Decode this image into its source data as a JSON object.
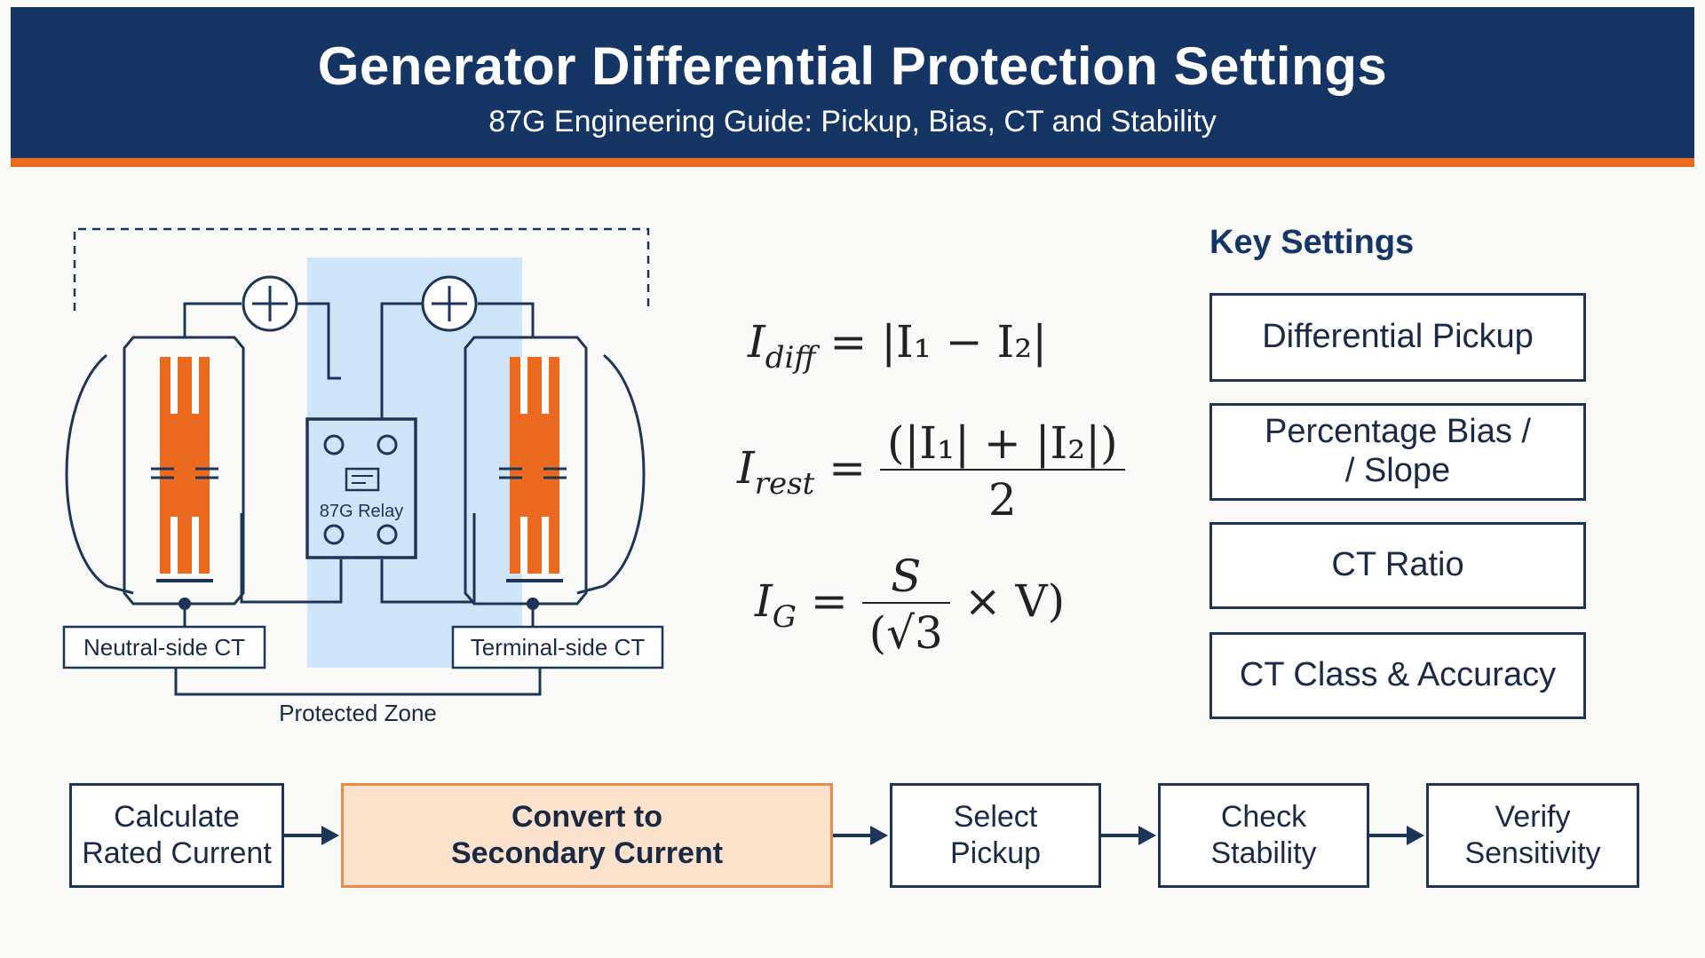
{
  "header": {
    "title": "Generator Differential Protection Settings",
    "subtitle": "87G Engineering Guide: Pickup, Bias, CT and Stability"
  },
  "diagram": {
    "relay_label": "87G Relay",
    "neutral_ct_label": "Neutral-side CT",
    "terminal_ct_label": "Terminal-side CT",
    "zone_label": "Protected Zone"
  },
  "equations": {
    "idiff": {
      "lhs": "I",
      "lhs_sub": "diff",
      "rhs": "= |I₁ − I₂|"
    },
    "irest": {
      "lhs": "I",
      "lhs_sub": "rest",
      "num": "(|I₁| + |I₂|)",
      "den": "2"
    },
    "ig": {
      "lhs": "I",
      "lhs_sub": "G",
      "num": "S",
      "den": "(√3",
      "tail": "× V)"
    }
  },
  "key_settings": {
    "title": "Key Settings",
    "items": [
      {
        "line1": "Differential Pickup",
        "line2": ""
      },
      {
        "line1": "Percentage Bias /",
        "line2": "/ Slope"
      },
      {
        "line1": "CT Ratio",
        "line2": ""
      },
      {
        "line1": "CT Class & Accuracy",
        "line2": ""
      }
    ]
  },
  "workflow": {
    "steps": [
      {
        "line1": "Calculate",
        "line2": "Rated Current",
        "active": false
      },
      {
        "line1": "Convert to",
        "line2": "Secondary Current",
        "active": true
      },
      {
        "line1": "Select",
        "line2": "Pickup",
        "active": false
      },
      {
        "line1": "Check",
        "line2": "Stability",
        "active": false
      },
      {
        "line1": "Verify",
        "line2": "Sensitivity",
        "active": false
      }
    ]
  },
  "colors": {
    "header_bg": "#153565",
    "accent_orange": "#ec6a1f",
    "zone_blue": "#cfe4f6",
    "line_navy": "#1d3557",
    "active_step_bg": "#fae2cc"
  }
}
